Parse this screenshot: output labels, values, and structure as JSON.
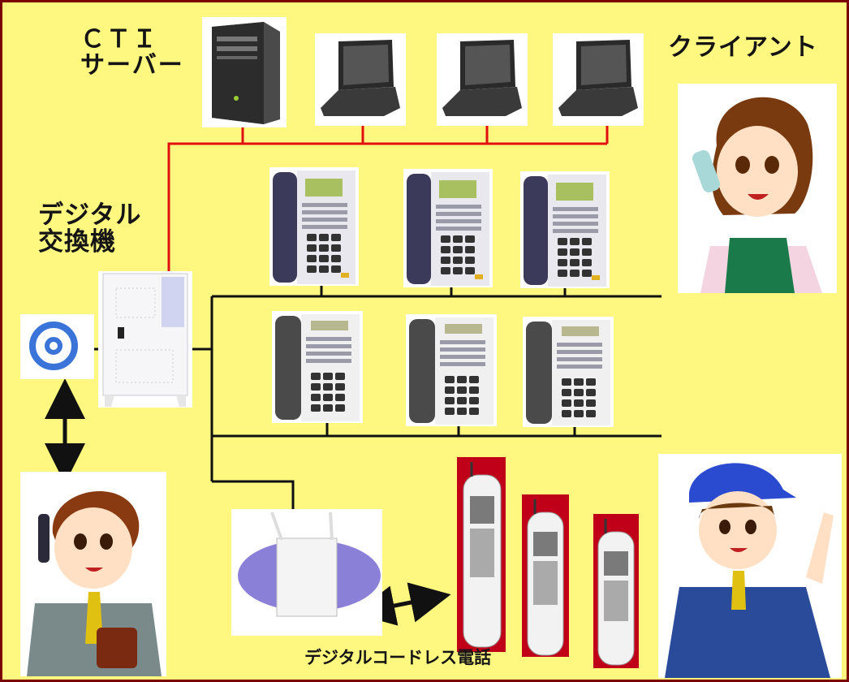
{
  "labels": {
    "cti_server": "ＣＴＩ\nサーバー",
    "client": "クライアント",
    "digital_pbx": "デジタル\n交換機",
    "digital_cordless": "デジタルコードレス電話"
  },
  "colors": {
    "background": "#fff880",
    "frame": "#7a0000",
    "lan_line": "#e01010",
    "phone_line": "#101010"
  },
  "icons": [
    "tower-server-icon",
    "laptop-icon",
    "desk-phone-icon",
    "pbx-unit-icon",
    "ntt-logo-icon",
    "cordless-base-station-icon",
    "cordless-handset-icon",
    "female-operator-illustration",
    "businessman-illustration",
    "staff-uniform-illustration",
    "double-arrow-icon"
  ]
}
